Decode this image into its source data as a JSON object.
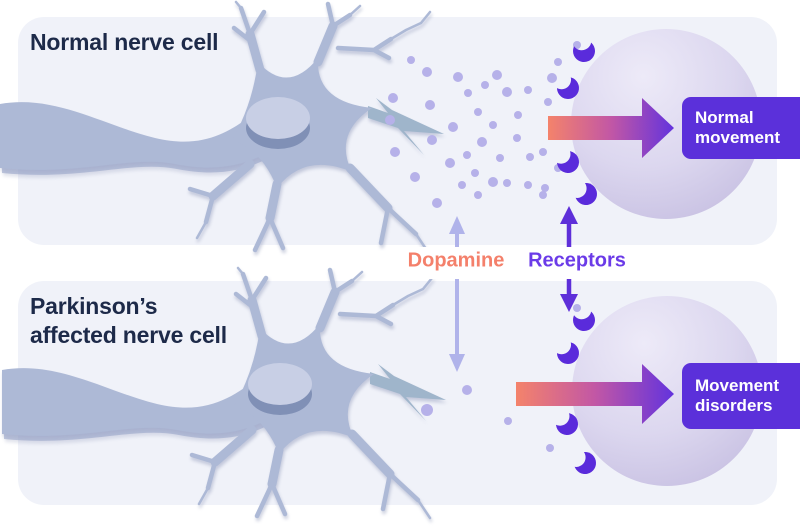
{
  "panels": {
    "top_title": "Normal nerve cell",
    "bottom_title": "Parkinson’s affected nerve cell"
  },
  "labels": {
    "dopamine": "Dopamine",
    "receptors": "Receptors"
  },
  "outcome_boxes": {
    "top": "Normal movement",
    "bottom": "Movement disorders"
  },
  "colors": {
    "ink": "#1d2a49",
    "panel": "#f0f2f9",
    "neuron": "#adb9d6",
    "neuron_shadow": "#93a1c6",
    "terminal": "#9fb5cb",
    "nucleus": "#c8cfe5",
    "nucleus_shadow": "#8090b6",
    "dot": "#b6b1e9",
    "receptor": "#5a2bdb",
    "arrow_start": "#f4836b",
    "arrow_mid": "#c257a5",
    "arrow_end": "#6333dd",
    "sphere_light": "#edeaf8",
    "sphere_mid": "#dcd7ef",
    "sphere_dark": "#c1b9de",
    "dopamine_label": "#f4806b",
    "receptors_label": "#6b3be8",
    "box": "#5b30da",
    "box_text": "#ffffff",
    "lav_arrow": "#b0b3ea",
    "purple_arrow": "#5e2fd9"
  },
  "figure": {
    "dots_top": [
      [
        427,
        72,
        5
      ],
      [
        458,
        77,
        5
      ],
      [
        497,
        75,
        5
      ],
      [
        411,
        60,
        4
      ],
      [
        485,
        85,
        4
      ],
      [
        507,
        92,
        5
      ],
      [
        528,
        90,
        4
      ],
      [
        468,
        93,
        4
      ],
      [
        393,
        98,
        5
      ],
      [
        430,
        105,
        5
      ],
      [
        478,
        112,
        4
      ],
      [
        390,
        120,
        5
      ],
      [
        453,
        127,
        5
      ],
      [
        493,
        125,
        4
      ],
      [
        518,
        115,
        4
      ],
      [
        432,
        140,
        5
      ],
      [
        395,
        152,
        5
      ],
      [
        482,
        142,
        5
      ],
      [
        517,
        138,
        4
      ],
      [
        500,
        158,
        4
      ],
      [
        467,
        155,
        4
      ],
      [
        450,
        163,
        5
      ],
      [
        530,
        157,
        4
      ],
      [
        415,
        177,
        5
      ],
      [
        475,
        173,
        4
      ],
      [
        462,
        185,
        4
      ],
      [
        493,
        182,
        5
      ],
      [
        528,
        185,
        4
      ],
      [
        543,
        195,
        4
      ],
      [
        478,
        195,
        4
      ],
      [
        437,
        203,
        5
      ],
      [
        507,
        183,
        4
      ],
      [
        558,
        62,
        4
      ],
      [
        577,
        45,
        4
      ],
      [
        552,
        78,
        5
      ],
      [
        548,
        102,
        4
      ],
      [
        543,
        152,
        4
      ],
      [
        558,
        168,
        4
      ],
      [
        545,
        188,
        4
      ]
    ],
    "dots_bottom": [
      [
        467,
        390,
        5
      ],
      [
        427,
        410,
        6
      ],
      [
        508,
        421,
        4
      ],
      [
        577,
        308,
        4
      ],
      [
        550,
        448,
        4
      ]
    ],
    "receptors_top": [
      [
        584,
        51,
        -12
      ],
      [
        568,
        88,
        -38
      ],
      [
        568,
        162,
        -42
      ],
      [
        586,
        194,
        -58
      ]
    ],
    "receptors_bottom": [
      [
        584,
        320,
        -12
      ],
      [
        568,
        353,
        -38
      ],
      [
        567,
        424,
        -42
      ],
      [
        585,
        463,
        -58
      ]
    ]
  }
}
